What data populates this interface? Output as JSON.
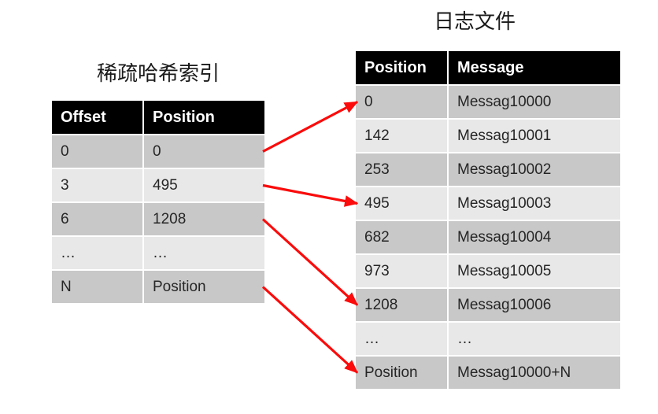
{
  "index_table": {
    "title": "稀疏哈希索引",
    "headers": [
      "Offset",
      "Position"
    ],
    "rows": [
      [
        "0",
        "0"
      ],
      [
        "3",
        "495"
      ],
      [
        "6",
        "1208"
      ],
      [
        "…",
        "…"
      ],
      [
        "N",
        "Position"
      ]
    ]
  },
  "log_table": {
    "title": "日志文件",
    "headers": [
      "Position",
      "Message"
    ],
    "rows": [
      [
        "0",
        "Messag10000"
      ],
      [
        "142",
        "Messag10001"
      ],
      [
        "253",
        "Messag10002"
      ],
      [
        "495",
        "Messag10003"
      ],
      [
        "682",
        "Messag10004"
      ],
      [
        "973",
        "Messag10005"
      ],
      [
        "1208",
        "Messag10006"
      ],
      [
        "…",
        "…"
      ],
      [
        "Position",
        "Messag10000+N"
      ]
    ]
  },
  "arrows": [
    {
      "from_index_row": 0,
      "to_log_row": 0
    },
    {
      "from_index_row": 1,
      "to_log_row": 3
    },
    {
      "from_index_row": 2,
      "to_log_row": 6
    },
    {
      "from_index_row": 4,
      "to_log_row": 8
    }
  ],
  "colors": {
    "arrow": "#fb0b0b",
    "header_bg": "#000000",
    "header_text": "#ffffff",
    "row_dark": "#c8c8c8",
    "row_light": "#e8e8e8"
  }
}
